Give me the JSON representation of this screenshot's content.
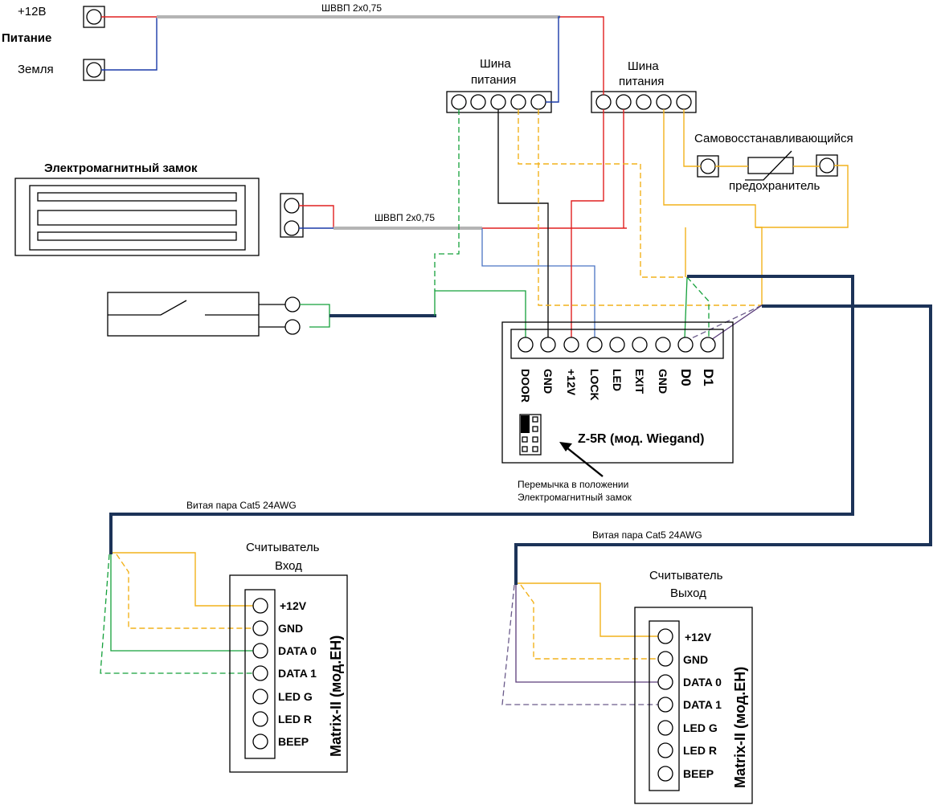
{
  "power": {
    "plus12": "+12В",
    "title": "Питание",
    "ground": "Земля",
    "cable_top": "ШВВП 2х0,75"
  },
  "bus_left": {
    "line1": "Шина",
    "line2": "питания"
  },
  "bus_right": {
    "line1": "Шина",
    "line2": "питания"
  },
  "lock": {
    "title": "Электромагнитный замок",
    "cable": "ШВВП 2х0,75"
  },
  "fuse": {
    "line1": "Самовосстанавливающийся",
    "line2": "предохранитель"
  },
  "controller": {
    "pins": [
      "DOOR",
      "GND",
      "+12V",
      "LOCK",
      "LED",
      "EXIT",
      "GND",
      "D0",
      "D1"
    ],
    "name": "Z-5R (мод. Wiegand)"
  },
  "jumper_note": {
    "line1": "Перемычка в положении",
    "line2": "Электромагнитный замок"
  },
  "cable_in": "Витая пара Cat5 24AWG",
  "cable_out": "Витая пара Cat5 24AWG",
  "reader_in": {
    "title1": "Считыватель",
    "title2": "Вход",
    "pins": [
      "+12V",
      "GND",
      "DATA 0",
      "DATA 1",
      "LED G",
      "LED R",
      "BEEP"
    ],
    "model": "Matrix-II (мод.EH)"
  },
  "reader_out": {
    "title1": "Считыватель",
    "title2": "Выход",
    "pins": [
      "+12V",
      "GND",
      "DATA 0",
      "DATA 1",
      "LED G",
      "LED R",
      "BEEP"
    ],
    "model": "Matrix-II (мод.EH)"
  }
}
